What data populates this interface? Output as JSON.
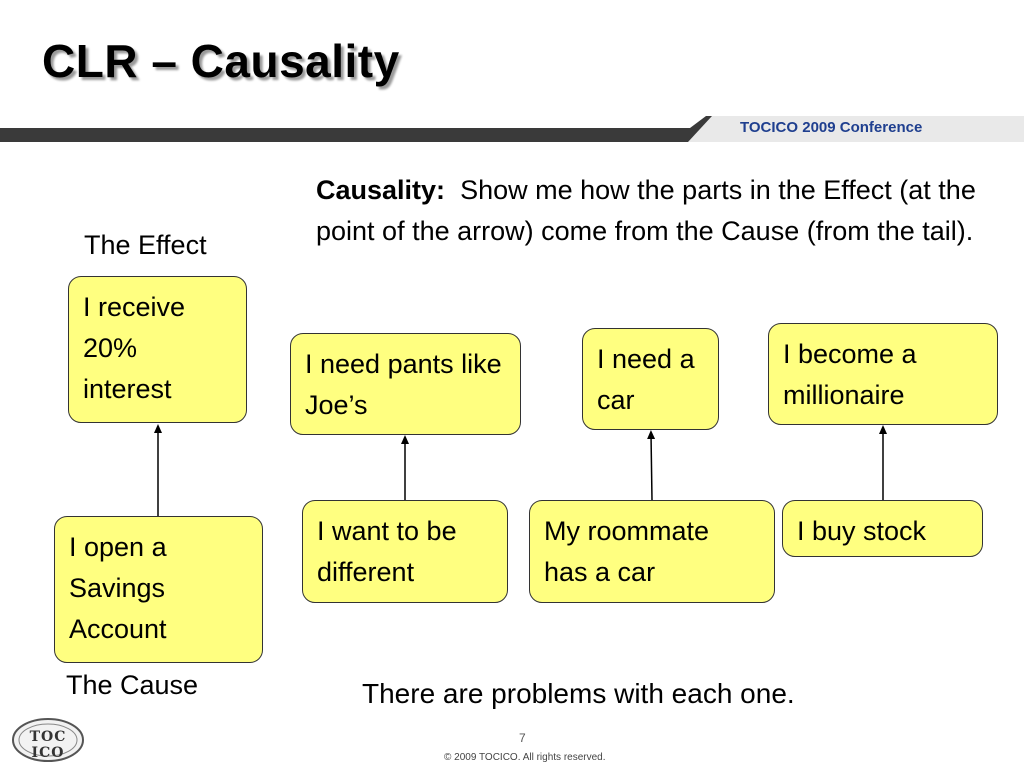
{
  "slide": {
    "title": "CLR – Causality",
    "conference": "TOCICO 2009 Conference",
    "intro_bold": "Causality:",
    "intro_text": "Show me how the parts in the Effect (at the point of the arrow) come from the Cause (from the tail).",
    "effect_label": "The Effect",
    "cause_label": "The Cause",
    "summary": "There are problems with each one.",
    "page_number": "7",
    "copyright": "© 2009 TOCICO. All rights reserved.",
    "logo_text": "TOC ICO"
  },
  "pairs": [
    {
      "effect": "I receive 20% interest",
      "cause": "I open a Savings Account"
    },
    {
      "effect": "I need pants like Joe’s",
      "cause": "I want to be different"
    },
    {
      "effect": "I need a car",
      "cause": "My roommate has a car"
    },
    {
      "effect": "I become a millionaire",
      "cause": "I buy stock"
    }
  ],
  "colors": {
    "box_fill": "#ffff80",
    "banner": "#3a3a3a",
    "banner_text": "#1f3f8f"
  }
}
